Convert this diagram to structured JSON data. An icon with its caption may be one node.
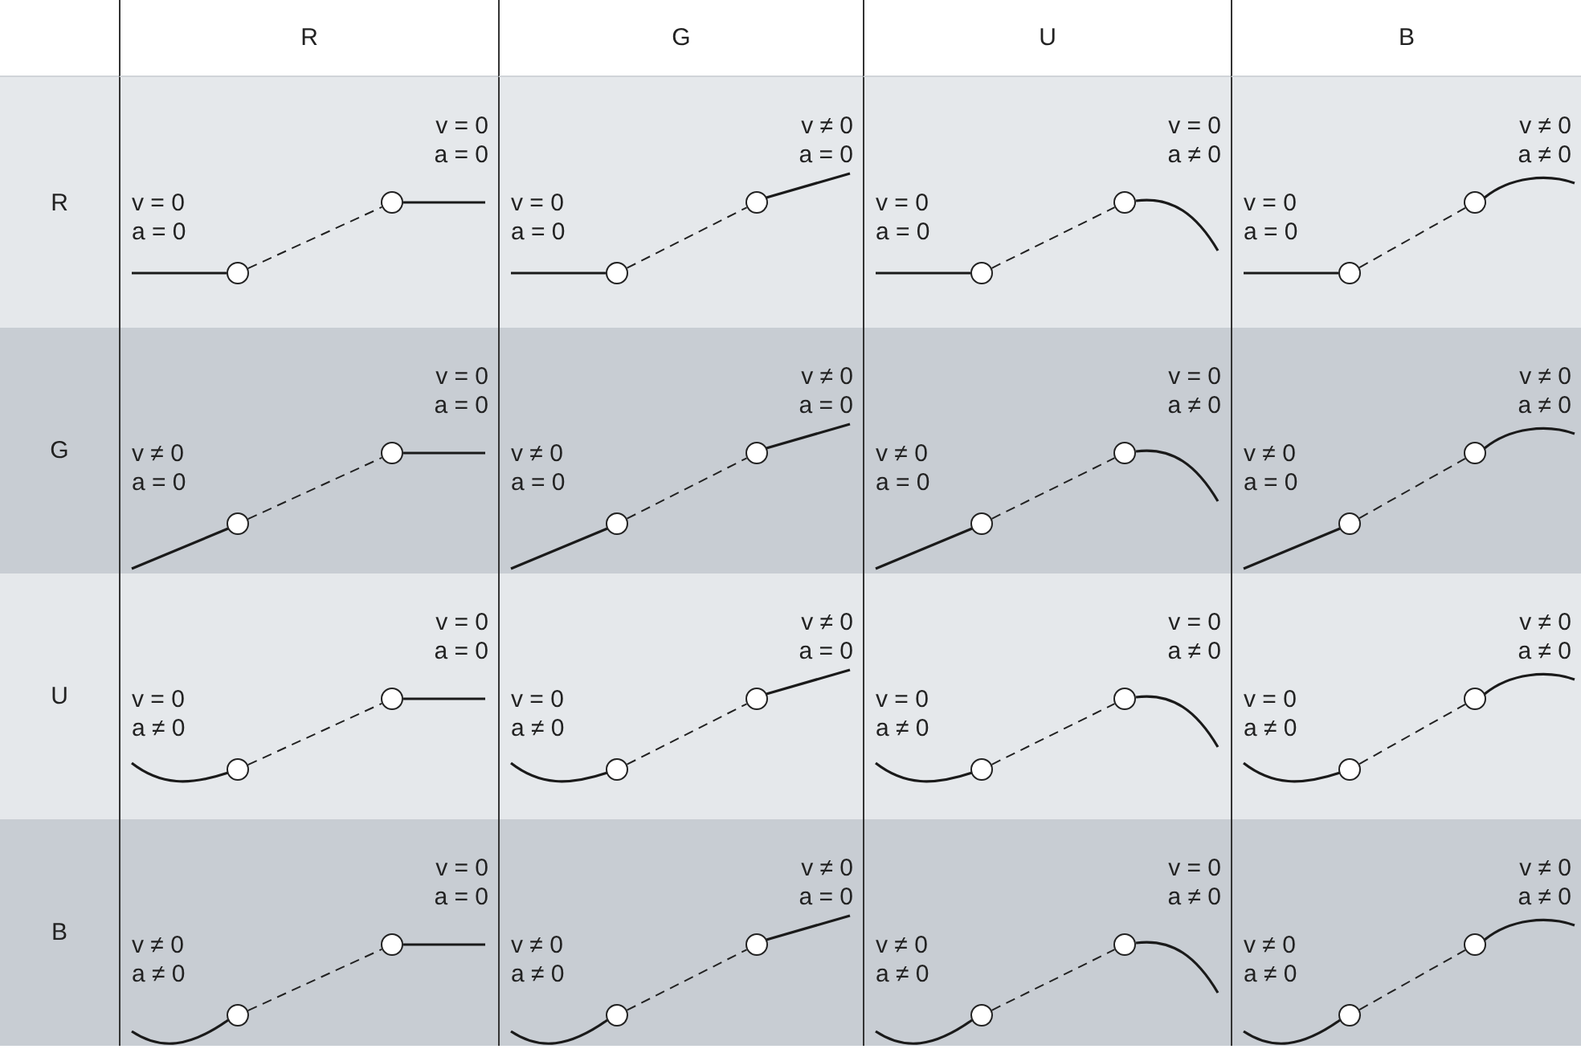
{
  "diagram": {
    "nodes": [
      {
        "text": [],
        "shape": "circle",
        "beside": [
          "v = 0",
          "a = 0"
        ]
      },
      {
        "text": [],
        "shape": "circle",
        "beside": [
          "v = 0",
          "a = 0"
        ]
      },
      {
        "text": [],
        "shape": "circle",
        "beside": [
          "v = 0",
          "a = 0"
        ]
      },
      {
        "text": [],
        "shape": "circle",
        "beside": [
          "v ≠ 0",
          "a = 0"
        ]
      },
      {
        "text": [],
        "shape": "circle",
        "beside": [
          "v = 0",
          "a = 0"
        ]
      },
      {
        "text": [],
        "shape": "circle",
        "beside": [
          "v = 0",
          "a ≠ 0"
        ]
      },
      {
        "text": [],
        "shape": "circle",
        "beside": [
          "v = 0",
          "a = 0"
        ]
      },
      {
        "text": [],
        "shape": "circle",
        "beside": [
          "v ≠ 0",
          "a ≠ 0"
        ]
      },
      {
        "text": [],
        "shape": "circle",
        "beside": [
          "v ≠ 0",
          "a = 0"
        ]
      },
      {
        "text": [],
        "shape": "circle",
        "beside": [
          "v = 0",
          "a = 0"
        ]
      },
      {
        "text": [],
        "shape": "circle",
        "beside": [
          "v ≠ 0",
          "a = 0"
        ]
      },
      {
        "text": [],
        "shape": "circle",
        "beside": [
          "v ≠ 0",
          "a = 0"
        ]
      },
      {
        "text": [],
        "shape": "circle",
        "beside": [
          "v ≠ 0",
          "a = 0"
        ]
      },
      {
        "text": [],
        "shape": "circle",
        "beside": [
          "v = 0",
          "a ≠ 0"
        ]
      },
      {
        "text": [],
        "shape": "circle",
        "beside": [
          "v ≠ 0",
          "a = 0"
        ]
      },
      {
        "text": [],
        "shape": "circle",
        "beside": [
          "v ≠ 0",
          "a ≠ 0"
        ]
      },
      {
        "text": [],
        "shape": "circle",
        "beside": [
          "v = 0",
          "a ≠ 0"
        ]
      },
      {
        "text": [],
        "shape": "circle",
        "beside": [
          "v = 0",
          "a = 0"
        ]
      },
      {
        "text": [],
        "shape": "circle",
        "beside": [
          "v = 0",
          "a ≠ 0"
        ]
      },
      {
        "text": [],
        "shape": "circle",
        "beside": [
          "v ≠ 0",
          "a = 0"
        ]
      },
      {
        "text": [],
        "shape": "circle",
        "beside": [
          "v = 0",
          "a ≠ 0"
        ]
      },
      {
        "text": [],
        "shape": "circle",
        "beside": [
          "v = 0",
          "a ≠ 0"
        ]
      },
      {
        "text": [],
        "shape": "circle",
        "beside": [
          "v = 0",
          "a ≠ 0"
        ]
      },
      {
        "text": [],
        "shape": "circle",
        "beside": [
          "v ≠ 0",
          "a ≠ 0"
        ]
      },
      {
        "text": [],
        "shape": "circle",
        "beside": [
          "v ≠ 0",
          "a ≠ 0"
        ]
      },
      {
        "text": [],
        "shape": "circle",
        "beside": [
          "v = 0",
          "a = 0"
        ]
      },
      {
        "text": [],
        "shape": "circle",
        "beside": [
          "v ≠ 0",
          "a ≠ 0"
        ]
      },
      {
        "text": [],
        "shape": "circle",
        "beside": [
          "v ≠ 0",
          "a = 0"
        ]
      },
      {
        "text": [],
        "shape": "circle",
        "beside": [
          "v ≠ 0",
          "a ≠ 0"
        ]
      },
      {
        "text": [],
        "shape": "circle",
        "beside": [
          "v = 0",
          "a ≠ 0"
        ]
      },
      {
        "text": [],
        "shape": "circle",
        "beside": [
          "v ≠ 0",
          "a ≠ 0"
        ]
      },
      {
        "text": [],
        "shape": "circle",
        "beside": [
          "v ≠ 0",
          "a ≠ 0"
        ]
      }
    ],
    "edges": [
      {
        "from": 0,
        "to": 1,
        "arrow": "none",
        "style": "dashed"
      },
      {
        "from": 2,
        "to": 3,
        "arrow": "none",
        "style": "dashed"
      },
      {
        "from": 4,
        "to": 5,
        "arrow": "none",
        "style": "dashed"
      },
      {
        "from": 6,
        "to": 7,
        "arrow": "none",
        "style": "dashed"
      },
      {
        "from": 8,
        "to": 9,
        "arrow": "none",
        "style": "dashed"
      },
      {
        "from": 10,
        "to": 11,
        "arrow": "none",
        "style": "dashed"
      },
      {
        "from": 12,
        "to": 13,
        "arrow": "none",
        "style": "dashed"
      },
      {
        "from": 14,
        "to": 15,
        "arrow": "none",
        "style": "dashed"
      },
      {
        "from": 16,
        "to": 17,
        "arrow": "none",
        "style": "dashed"
      },
      {
        "from": 18,
        "to": 19,
        "arrow": "none",
        "style": "dashed"
      },
      {
        "from": 20,
        "to": 21,
        "arrow": "none",
        "style": "dashed"
      },
      {
        "from": 22,
        "to": 23,
        "arrow": "none",
        "style": "dashed"
      },
      {
        "from": 24,
        "to": 25,
        "arrow": "none",
        "style": "dashed"
      },
      {
        "from": 26,
        "to": 27,
        "arrow": "none",
        "style": "dashed"
      },
      {
        "from": 28,
        "to": 29,
        "arrow": "none",
        "style": "dashed"
      },
      {
        "from": 30,
        "to": 31,
        "arrow": "none",
        "style": "dashed"
      }
    ],
    "labels": [
      "R",
      "G",
      "U",
      "B",
      "R",
      "G",
      "U",
      "B"
    ]
  }
}
